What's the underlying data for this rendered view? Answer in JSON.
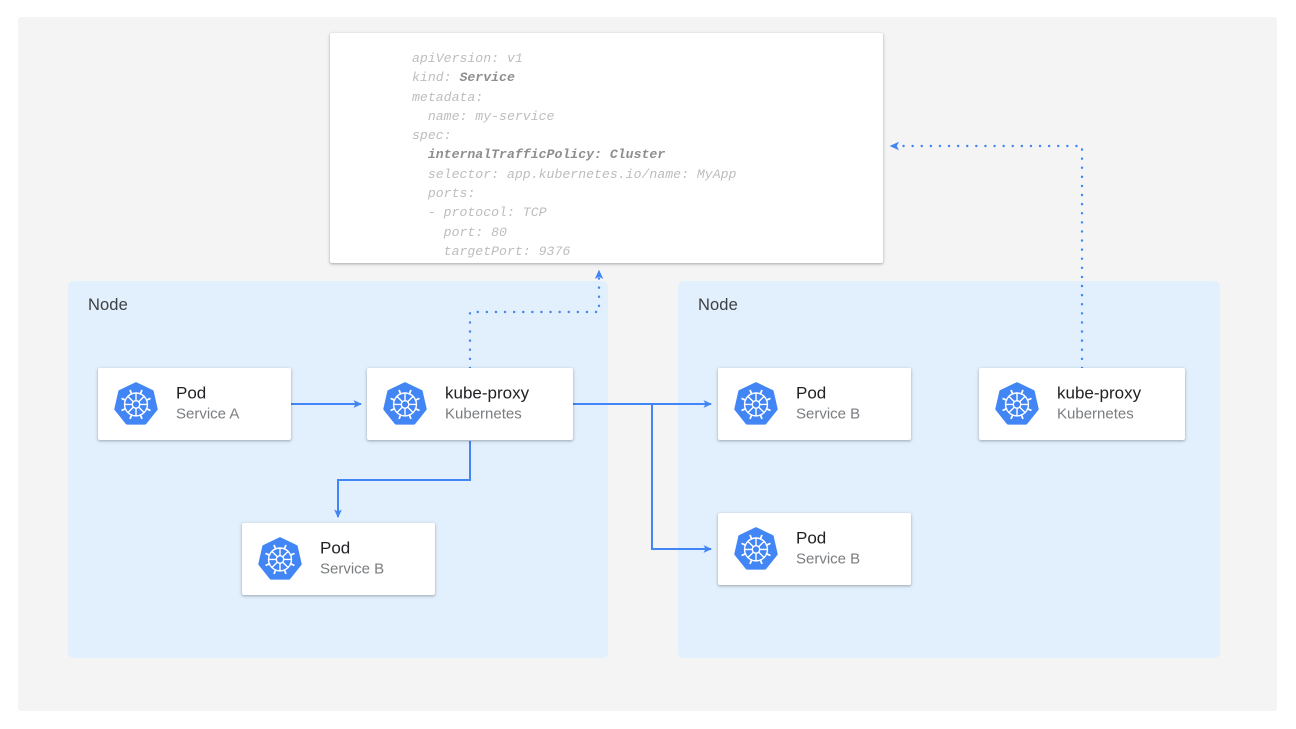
{
  "diagram": {
    "title_icon": "kubernetes-icon",
    "accent_color": "#4285f4",
    "node_panel_color": "#e2effc",
    "canvas_color": "#f4f4f5"
  },
  "manifest": {
    "name": "service-yaml-manifest",
    "lines": [
      {
        "text": "apiVersion: v1",
        "bold": false
      },
      {
        "text": "kind: ",
        "bold": false,
        "tail": "Service",
        "tail_bold": true
      },
      {
        "text": "metadata:",
        "bold": false
      },
      {
        "text": "  name: my-service",
        "bold": false
      },
      {
        "text": "spec:",
        "bold": false
      },
      {
        "text": "  internalTrafficPolicy: Cluster",
        "bold": true
      },
      {
        "text": "  selector: app.kubernetes.io/name: MyApp",
        "bold": false
      },
      {
        "text": "  ports:",
        "bold": false
      },
      {
        "text": "  - protocol: TCP",
        "bold": false
      },
      {
        "text": "    port: 80",
        "bold": false
      },
      {
        "text": "    targetPort: 9376",
        "bold": false
      }
    ],
    "line_1_prefix": "kind: ",
    "line_1_bold": "Service"
  },
  "nodes": [
    {
      "label": "Node",
      "name": "node-left"
    },
    {
      "label": "Node",
      "name": "node-right"
    }
  ],
  "components": {
    "pod_service_a": {
      "title": "Pod",
      "subtitle": "Service A"
    },
    "kube_proxy_left": {
      "title": "kube-proxy",
      "subtitle": "Kubernetes"
    },
    "pod_service_b_left": {
      "title": "Pod",
      "subtitle": "Service B"
    },
    "pod_service_b_right_top": {
      "title": "Pod",
      "subtitle": "Service B"
    },
    "pod_service_b_right_bottom": {
      "title": "Pod",
      "subtitle": "Service B"
    },
    "kube_proxy_right": {
      "title": "kube-proxy",
      "subtitle": "Kubernetes"
    }
  }
}
